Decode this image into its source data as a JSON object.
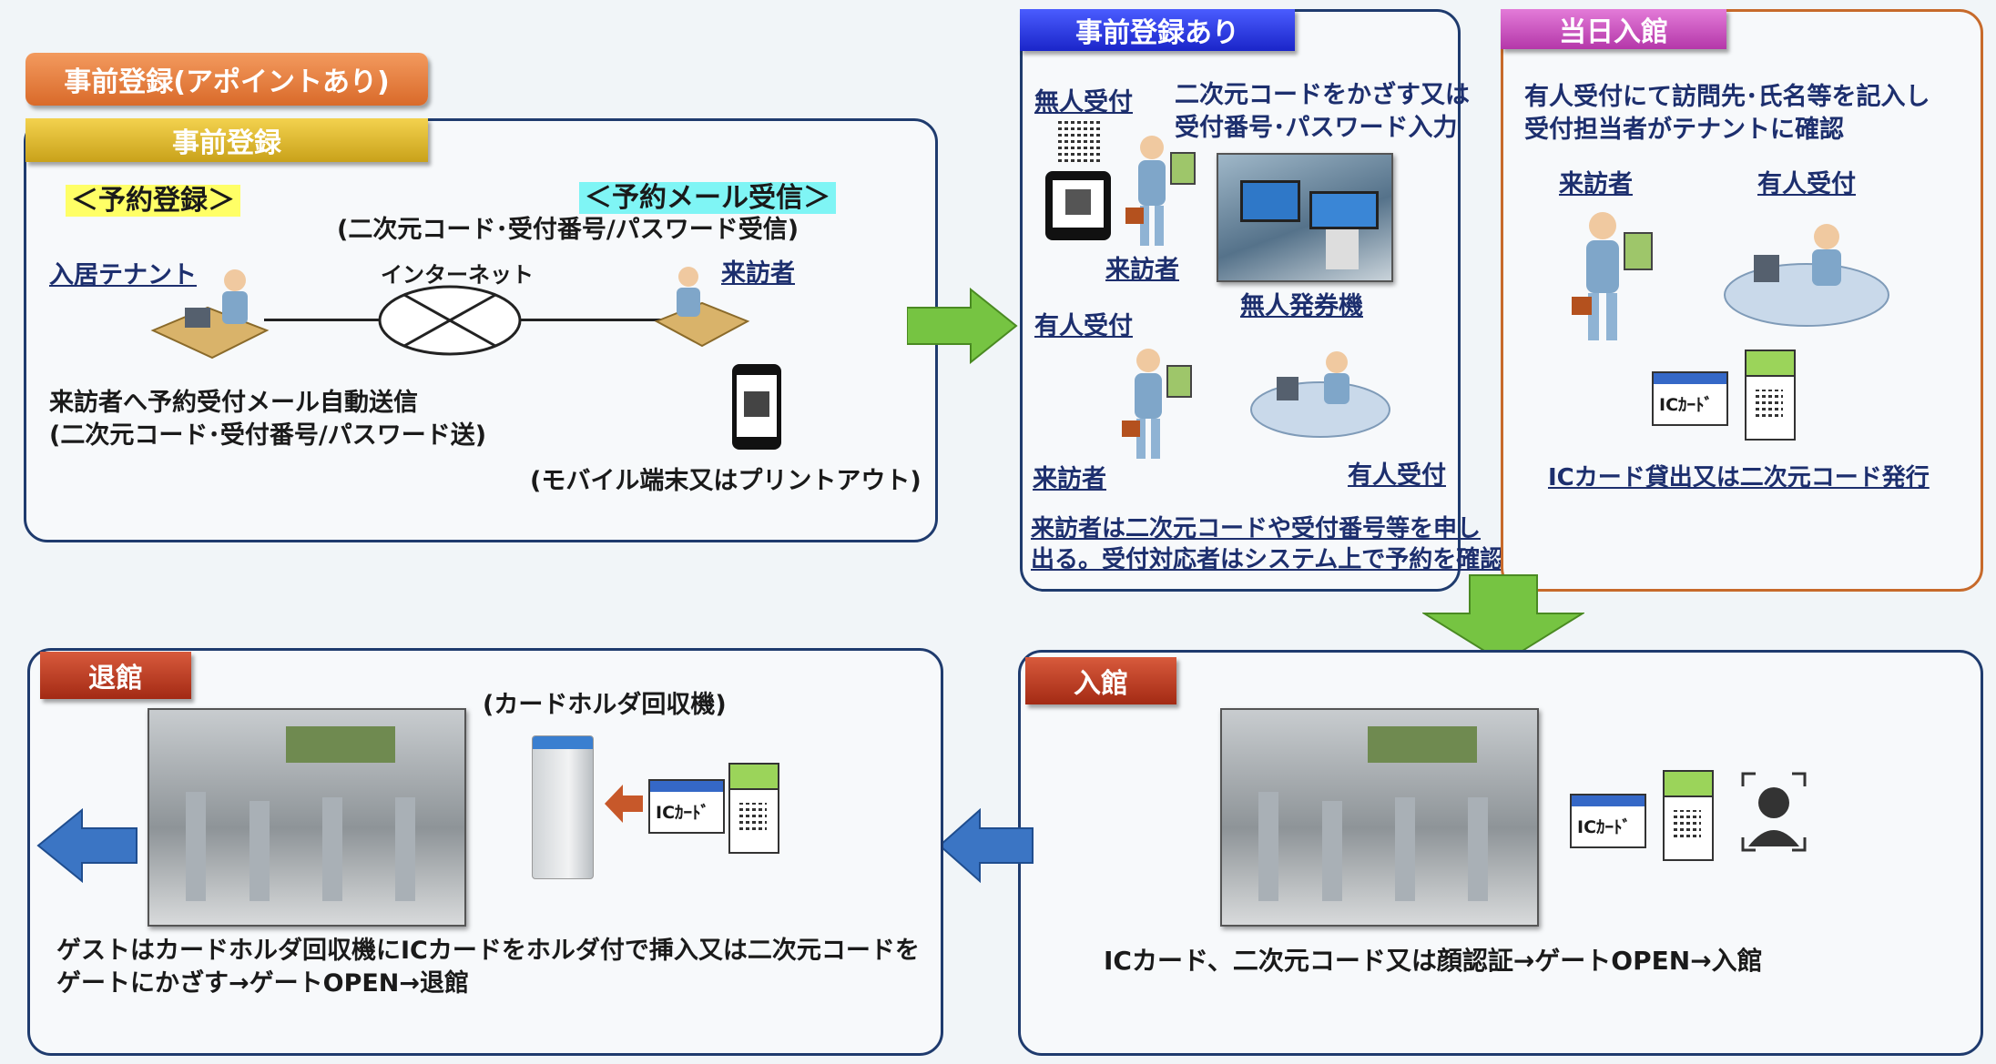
{
  "left_top": {
    "tag_outer": "事前登録(アポイントあり)",
    "tag_inner": "事前登録",
    "reserve_reg": "＜予約登録＞",
    "reserve_mail": "＜予約メール受信＞",
    "mail_detail": "(二次元コード･受付番号/パスワード受信)",
    "tenant": "入居テナント",
    "internet": "インターネット",
    "visitor": "来訪者",
    "auto_send_1": "来訪者へ予約受付メール自動送信",
    "auto_send_2": "(二次元コード･受付番号/パスワード送)",
    "mobile": "(モバイル端末又はプリントアウト)"
  },
  "mid_top": {
    "tag": "事前登録あり",
    "unmanned": "無人受付",
    "qr_text_1": "二次元コードをかざす又は",
    "qr_text_2": "受付番号･パスワード入力",
    "visitor1": "来訪者",
    "kiosk": "無人発券機",
    "manned": "有人受付",
    "visitor2": "来訪者",
    "manned2": "有人受付",
    "note_1": "来訪者は二次元コードや受付番号等を申し",
    "note_2": "出る。受付対応者はシステム上で予約を確認"
  },
  "right_top": {
    "tag": "当日入館",
    "text_1": "有人受付にて訪問先･氏名等を記入し",
    "text_2": "受付担当者がテナントに確認",
    "visitor": "来訪者",
    "manned": "有人受付",
    "card_label": "ICｶｰﾄﾞ",
    "caption": "ICカード貸出又は二次元コード発行"
  },
  "entry": {
    "tag": "入館",
    "card_label": "ICｶｰﾄﾞ",
    "caption": "ICカード、二次元コード又は顔認証→ゲートOPEN→入館"
  },
  "exit": {
    "tag": "退館",
    "collector": "(カードホルダ回収機)",
    "card_label": "ICｶｰﾄﾞ",
    "caption_1": "ゲストはカードホルダ回収機にICカードをホルダ付で挿入又は二次元コードを",
    "caption_2": "ゲートにかざす→ゲートOPEN→退館"
  },
  "colors": {
    "panel_border": "#1f3b6e",
    "orange_border": "#c76a2b",
    "arrow_green": "#76c442",
    "arrow_blue": "#3b75c4"
  }
}
